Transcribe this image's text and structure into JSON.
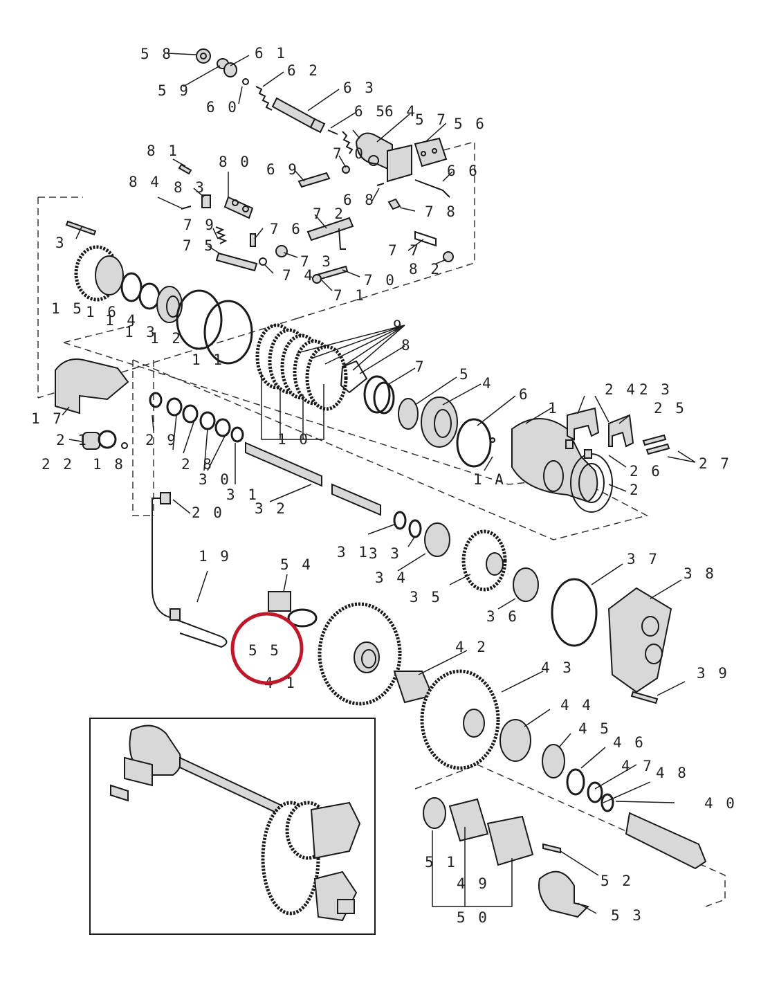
{
  "highlight": {
    "label": "55",
    "color": "#c0182a"
  },
  "callouts": [
    {
      "id": "c58",
      "label": "5 8"
    },
    {
      "id": "c61",
      "label": "6 1"
    },
    {
      "id": "c59",
      "label": "5 9"
    },
    {
      "id": "c62",
      "label": "6 2"
    },
    {
      "id": "c60",
      "label": "6 0"
    },
    {
      "id": "c63",
      "label": "6 3"
    },
    {
      "id": "c65",
      "label": "6 5"
    },
    {
      "id": "c64",
      "label": "6 4"
    },
    {
      "id": "c57",
      "label": "5 7"
    },
    {
      "id": "c56",
      "label": "5 6"
    },
    {
      "id": "c81",
      "label": "8 1"
    },
    {
      "id": "c80",
      "label": "8 0"
    },
    {
      "id": "c70a",
      "label": "7 0"
    },
    {
      "id": "c69",
      "label": "6 9"
    },
    {
      "id": "c66",
      "label": "6 6"
    },
    {
      "id": "c84",
      "label": "8 4"
    },
    {
      "id": "c83",
      "label": "8 3"
    },
    {
      "id": "c68",
      "label": "6 8"
    },
    {
      "id": "c79",
      "label": "7 9"
    },
    {
      "id": "c72",
      "label": "7 2"
    },
    {
      "id": "c78",
      "label": "7 8"
    },
    {
      "id": "c76",
      "label": "7 6"
    },
    {
      "id": "c3",
      "label": "3"
    },
    {
      "id": "c75",
      "label": "7 5"
    },
    {
      "id": "c77",
      "label": "7 7"
    },
    {
      "id": "c73",
      "label": "7 3"
    },
    {
      "id": "c82",
      "label": "8 2"
    },
    {
      "id": "c74",
      "label": "7 4"
    },
    {
      "id": "c70b",
      "label": "7 0"
    },
    {
      "id": "c71",
      "label": "7 1"
    },
    {
      "id": "c15",
      "label": "1 5"
    },
    {
      "id": "c16",
      "label": "1 6"
    },
    {
      "id": "c14",
      "label": "1 4"
    },
    {
      "id": "c13",
      "label": "1 3"
    },
    {
      "id": "c12",
      "label": "1 2"
    },
    {
      "id": "c11",
      "label": "1 1"
    },
    {
      "id": "c9",
      "label": "9"
    },
    {
      "id": "c8",
      "label": "8"
    },
    {
      "id": "c7",
      "label": "7"
    },
    {
      "id": "c5",
      "label": "5"
    },
    {
      "id": "c4",
      "label": "4"
    },
    {
      "id": "c6",
      "label": "6"
    },
    {
      "id": "c24",
      "label": "2 4"
    },
    {
      "id": "c23",
      "label": "2 3"
    },
    {
      "id": "c25",
      "label": "2 5"
    },
    {
      "id": "c1",
      "label": "1"
    },
    {
      "id": "c17",
      "label": "1 7"
    },
    {
      "id": "c21",
      "label": "2 1"
    },
    {
      "id": "c29",
      "label": "2 9"
    },
    {
      "id": "c10",
      "label": "1 0"
    },
    {
      "id": "c27",
      "label": "2 7"
    },
    {
      "id": "c26",
      "label": "2 6"
    },
    {
      "id": "c22",
      "label": "2 2"
    },
    {
      "id": "c18",
      "label": "1 8"
    },
    {
      "id": "c28",
      "label": "2 8"
    },
    {
      "id": "c1a",
      "label": "1 A"
    },
    {
      "id": "c30",
      "label": "3 0"
    },
    {
      "id": "c2",
      "label": "2"
    },
    {
      "id": "c31a",
      "label": "3 1"
    },
    {
      "id": "c32",
      "label": "3 2"
    },
    {
      "id": "c20",
      "label": "2 0"
    },
    {
      "id": "c31b",
      "label": "3 1"
    },
    {
      "id": "c33",
      "label": "3 3"
    },
    {
      "id": "c19",
      "label": "1 9"
    },
    {
      "id": "c37",
      "label": "3 7"
    },
    {
      "id": "c38",
      "label": "3 8"
    },
    {
      "id": "c54",
      "label": "5 4"
    },
    {
      "id": "c34",
      "label": "3 4"
    },
    {
      "id": "c35",
      "label": "3 5"
    },
    {
      "id": "c36",
      "label": "3 6"
    },
    {
      "id": "c55",
      "label": "5 5"
    },
    {
      "id": "c42",
      "label": "4 2"
    },
    {
      "id": "c43",
      "label": "4 3"
    },
    {
      "id": "c41",
      "label": "4 1"
    },
    {
      "id": "c39",
      "label": "3 9"
    },
    {
      "id": "c44",
      "label": "4 4"
    },
    {
      "id": "c45",
      "label": "4 5"
    },
    {
      "id": "c46",
      "label": "4 6"
    },
    {
      "id": "c47",
      "label": "4 7"
    },
    {
      "id": "c48",
      "label": "4 8"
    },
    {
      "id": "c40",
      "label": "4 0"
    },
    {
      "id": "c51",
      "label": "5 1"
    },
    {
      "id": "c49",
      "label": "4 9"
    },
    {
      "id": "c52",
      "label": "5 2"
    },
    {
      "id": "c50",
      "label": "5 0"
    },
    {
      "id": "c53",
      "label": "5 3"
    }
  ]
}
